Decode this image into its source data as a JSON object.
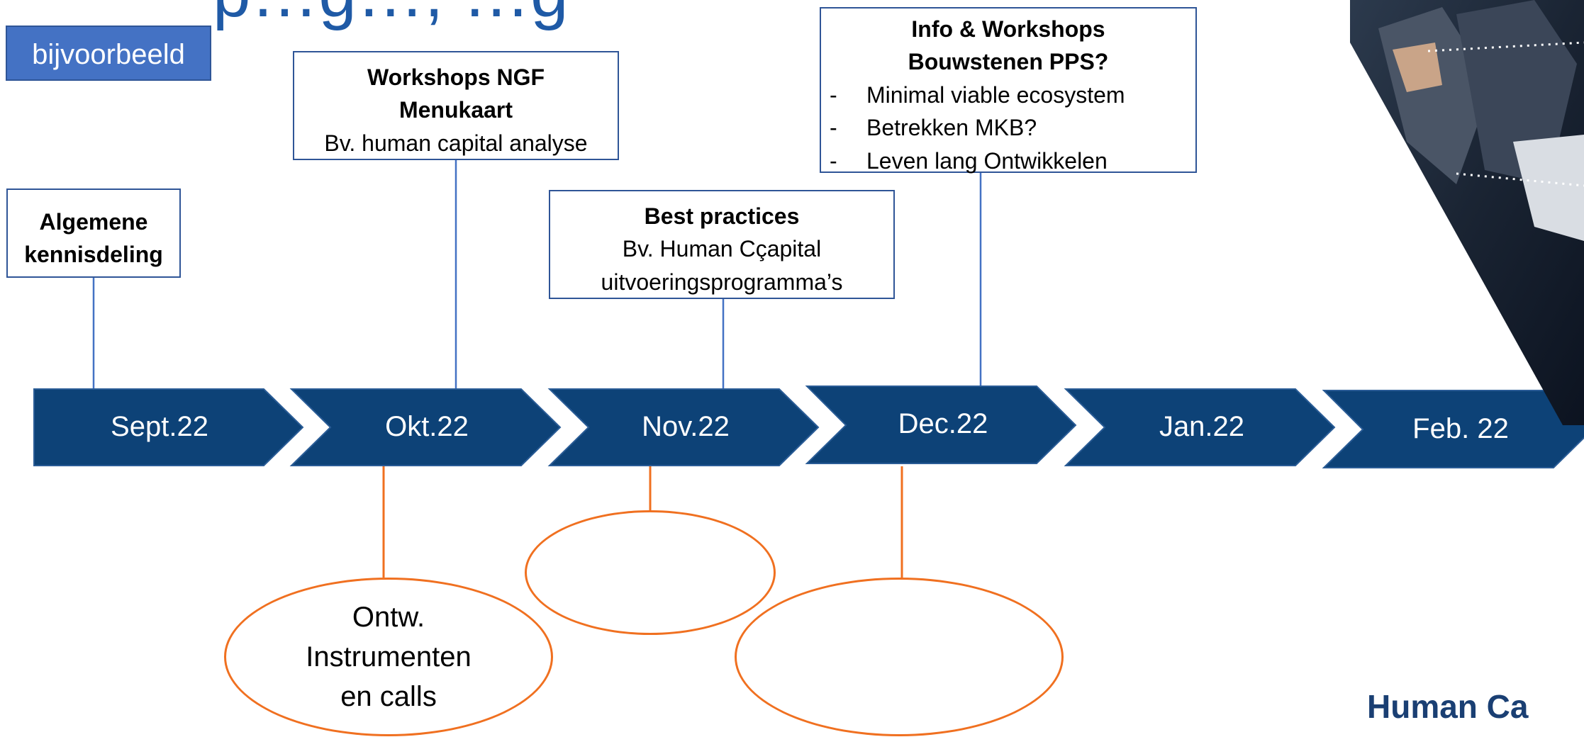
{
  "title": "p…g…, …g",
  "tag": "bijvoorbeeld",
  "boxes": {
    "algemene": {
      "title_line1": "Algemene",
      "title_line2": "kennisdeling"
    },
    "ngf": {
      "title_line1": "Workshops NGF",
      "title_line2": "Menukaart",
      "body": "Bv. human capital analyse"
    },
    "best": {
      "title": "Best practices",
      "body_line1": "Bv. Human Cçapital",
      "body_line2": "uitvoeringsprogramma’s"
    },
    "info": {
      "title_line1": "Info & Workshops",
      "title_line2": "Bouwstenen PPS?",
      "items": [
        "Minimal viable ecosystem",
        "Betrekken MKB?",
        "Leven lang Ontwikkelen"
      ],
      "bullet": "-"
    }
  },
  "months": [
    "Sept.22",
    "Okt.22",
    "Nov.22",
    "Dec.22",
    "Jan.22",
    "Feb. 22"
  ],
  "ellipses": {
    "okt": {
      "line1": "Ontw.",
      "line2": "Instrumenten",
      "line3": "en calls"
    }
  },
  "brand": "Human Ca",
  "colors": {
    "arrow": "#0d4277",
    "box_border": "#2f5597",
    "connector_blue": "#4472c4",
    "ellipse": "#f07020",
    "tag": "#4472c4"
  }
}
